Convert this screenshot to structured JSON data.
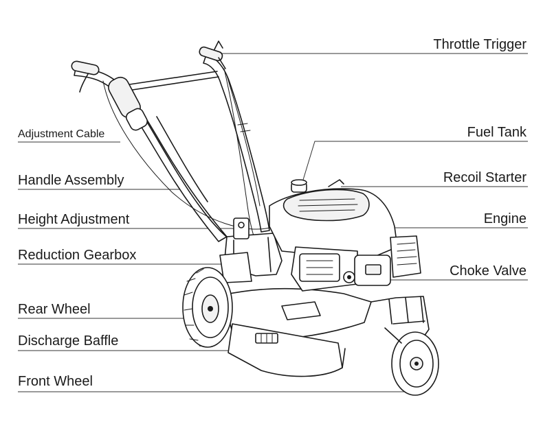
{
  "labels": {
    "throttle_trigger": "Throttle Trigger",
    "adjustment_cable": "Adjustment Cable",
    "fuel_tank": "Fuel Tank",
    "handle_assembly": "Handle Assembly",
    "recoil_starter": "Recoil Starter",
    "height_adjustment": "Height Adjustment",
    "engine": "Engine",
    "reduction_gearbox": "Reduction Gearbox",
    "choke_valve": "Choke Valve",
    "rear_wheel": "Rear Wheel",
    "discharge_baffle": "Discharge Baffle",
    "front_wheel": "Front Wheel"
  },
  "colors": {
    "ink": "#1a1a1a",
    "background": "#ffffff"
  }
}
